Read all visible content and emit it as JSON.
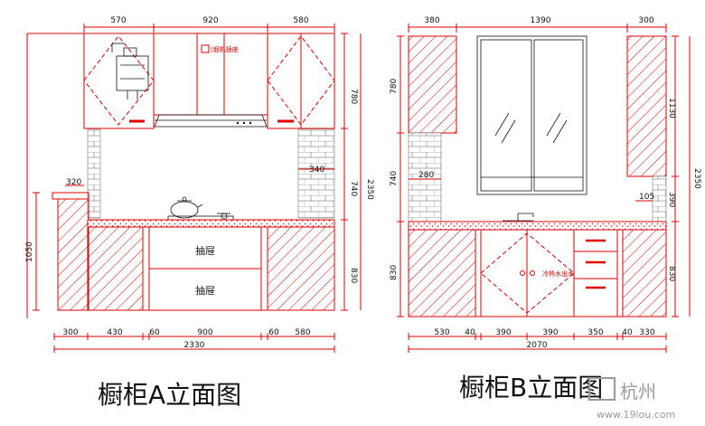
{
  "elevation_a": {
    "title": "橱柜A立面图",
    "top_dims": [
      "570",
      "920",
      "580"
    ],
    "bottom_dims_row1": [
      "300",
      "430",
      "60",
      "900",
      "60",
      "580"
    ],
    "overall_width": "2330",
    "right_dims": [
      "780",
      "740",
      "830"
    ],
    "right_overall": "2350",
    "left_height": "1050",
    "counter_dims": [
      "320"
    ],
    "tile_dim": "340",
    "drawer_labels": [
      "抽屉",
      "抽屉"
    ],
    "socket_note": "(烟机插座"
  },
  "elevation_b": {
    "title": "橱柜B立面图",
    "top_dims": [
      "380",
      "1390",
      "300"
    ],
    "left_dims": [
      "780",
      "740",
      "830"
    ],
    "right_dims": [
      "1130",
      "390",
      "830"
    ],
    "right_overall": "2350",
    "tile_dim": "280",
    "small_dim": "105",
    "bottom_dims_row1": [
      "530",
      "40",
      "390",
      "390",
      "350",
      "40",
      "330"
    ],
    "overall_width": "2070",
    "faucet_note": "冷热水出水口"
  },
  "watermark": {
    "brand": "杭州",
    "url": "www.19lou.com"
  },
  "colors": {
    "line_red": "#e00000",
    "dim_black": "#111111",
    "watermark_gray": "#9a9a9a"
  }
}
